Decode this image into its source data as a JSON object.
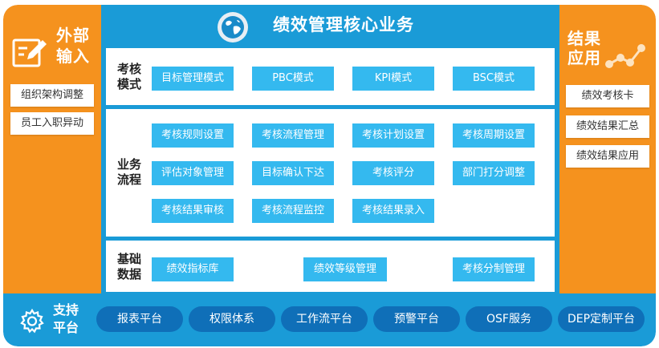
{
  "left": {
    "title_line1": "外部",
    "title_line2": "输入",
    "items": [
      "组织架构调整",
      "员工入职异动"
    ]
  },
  "right": {
    "title_line1": "结果",
    "title_line2": "应用",
    "items": [
      "绩效考核卡",
      "绩效结果汇总",
      "绩效结果应用"
    ]
  },
  "center": {
    "title": "绩效管理核心业务",
    "mode": {
      "label_line1": "考核",
      "label_line2": "模式",
      "items": [
        "目标管理模式",
        "PBC模式",
        "KPI模式",
        "BSC模式"
      ]
    },
    "process": {
      "label_line1": "业务",
      "label_line2": "流程",
      "items": [
        "考核规则设置",
        "考核流程管理",
        "考核计划设置",
        "考核周期设置",
        "评估对象管理",
        "目标确认下达",
        "考核评分",
        "部门打分调整",
        "考核结果审核",
        "考核流程监控",
        "考核结果录入"
      ]
    },
    "base": {
      "label_line1": "基础",
      "label_line2": "数据",
      "items": [
        "绩效指标库",
        "绩效等级管理",
        "考核分制管理"
      ]
    }
  },
  "support": {
    "title_line1": "支持",
    "title_line2": "平台",
    "platforms": [
      "报表平台",
      "权限体系",
      "工作流平台",
      "预警平台",
      "OSF服务",
      "DEP定制平台"
    ]
  },
  "colors": {
    "orange": "#f5921e",
    "blue": "#1a9bd7",
    "pill": "#34b9ef",
    "platform": "#0f6fb8"
  },
  "icons": {
    "left": "edit-icon",
    "right": "share-nodes-icon",
    "center": "globe-icon",
    "support": "gear-icon"
  }
}
